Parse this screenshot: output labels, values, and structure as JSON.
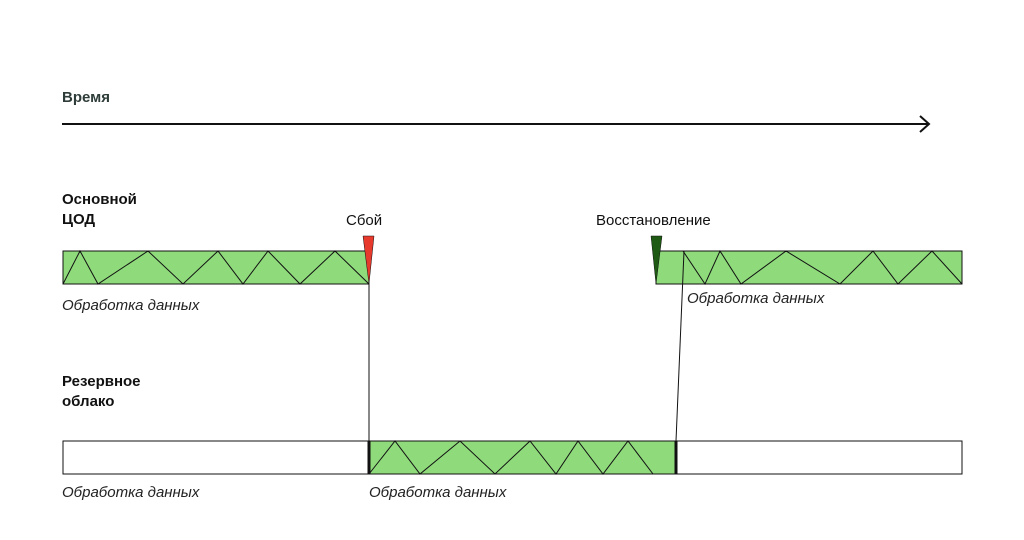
{
  "time_axis": {
    "label": "Время"
  },
  "primary": {
    "title_line1": "Основной",
    "title_line2": "ЦОД",
    "caption_before": "Обработка данных",
    "caption_after": "Обработка данных"
  },
  "backup": {
    "title_line1": "Резервное",
    "title_line2": "облако",
    "caption_idle": "Обработка данных",
    "caption_active": "Обработка данных"
  },
  "events": {
    "failure": {
      "label": "Сбой",
      "color": "#e8392d"
    },
    "recovery": {
      "label": "Восстановление",
      "color": "#1f5a14"
    }
  },
  "colors": {
    "active_fill": "#8fdb7c",
    "idle_fill": "#ffffff",
    "stroke": "#111111"
  }
}
